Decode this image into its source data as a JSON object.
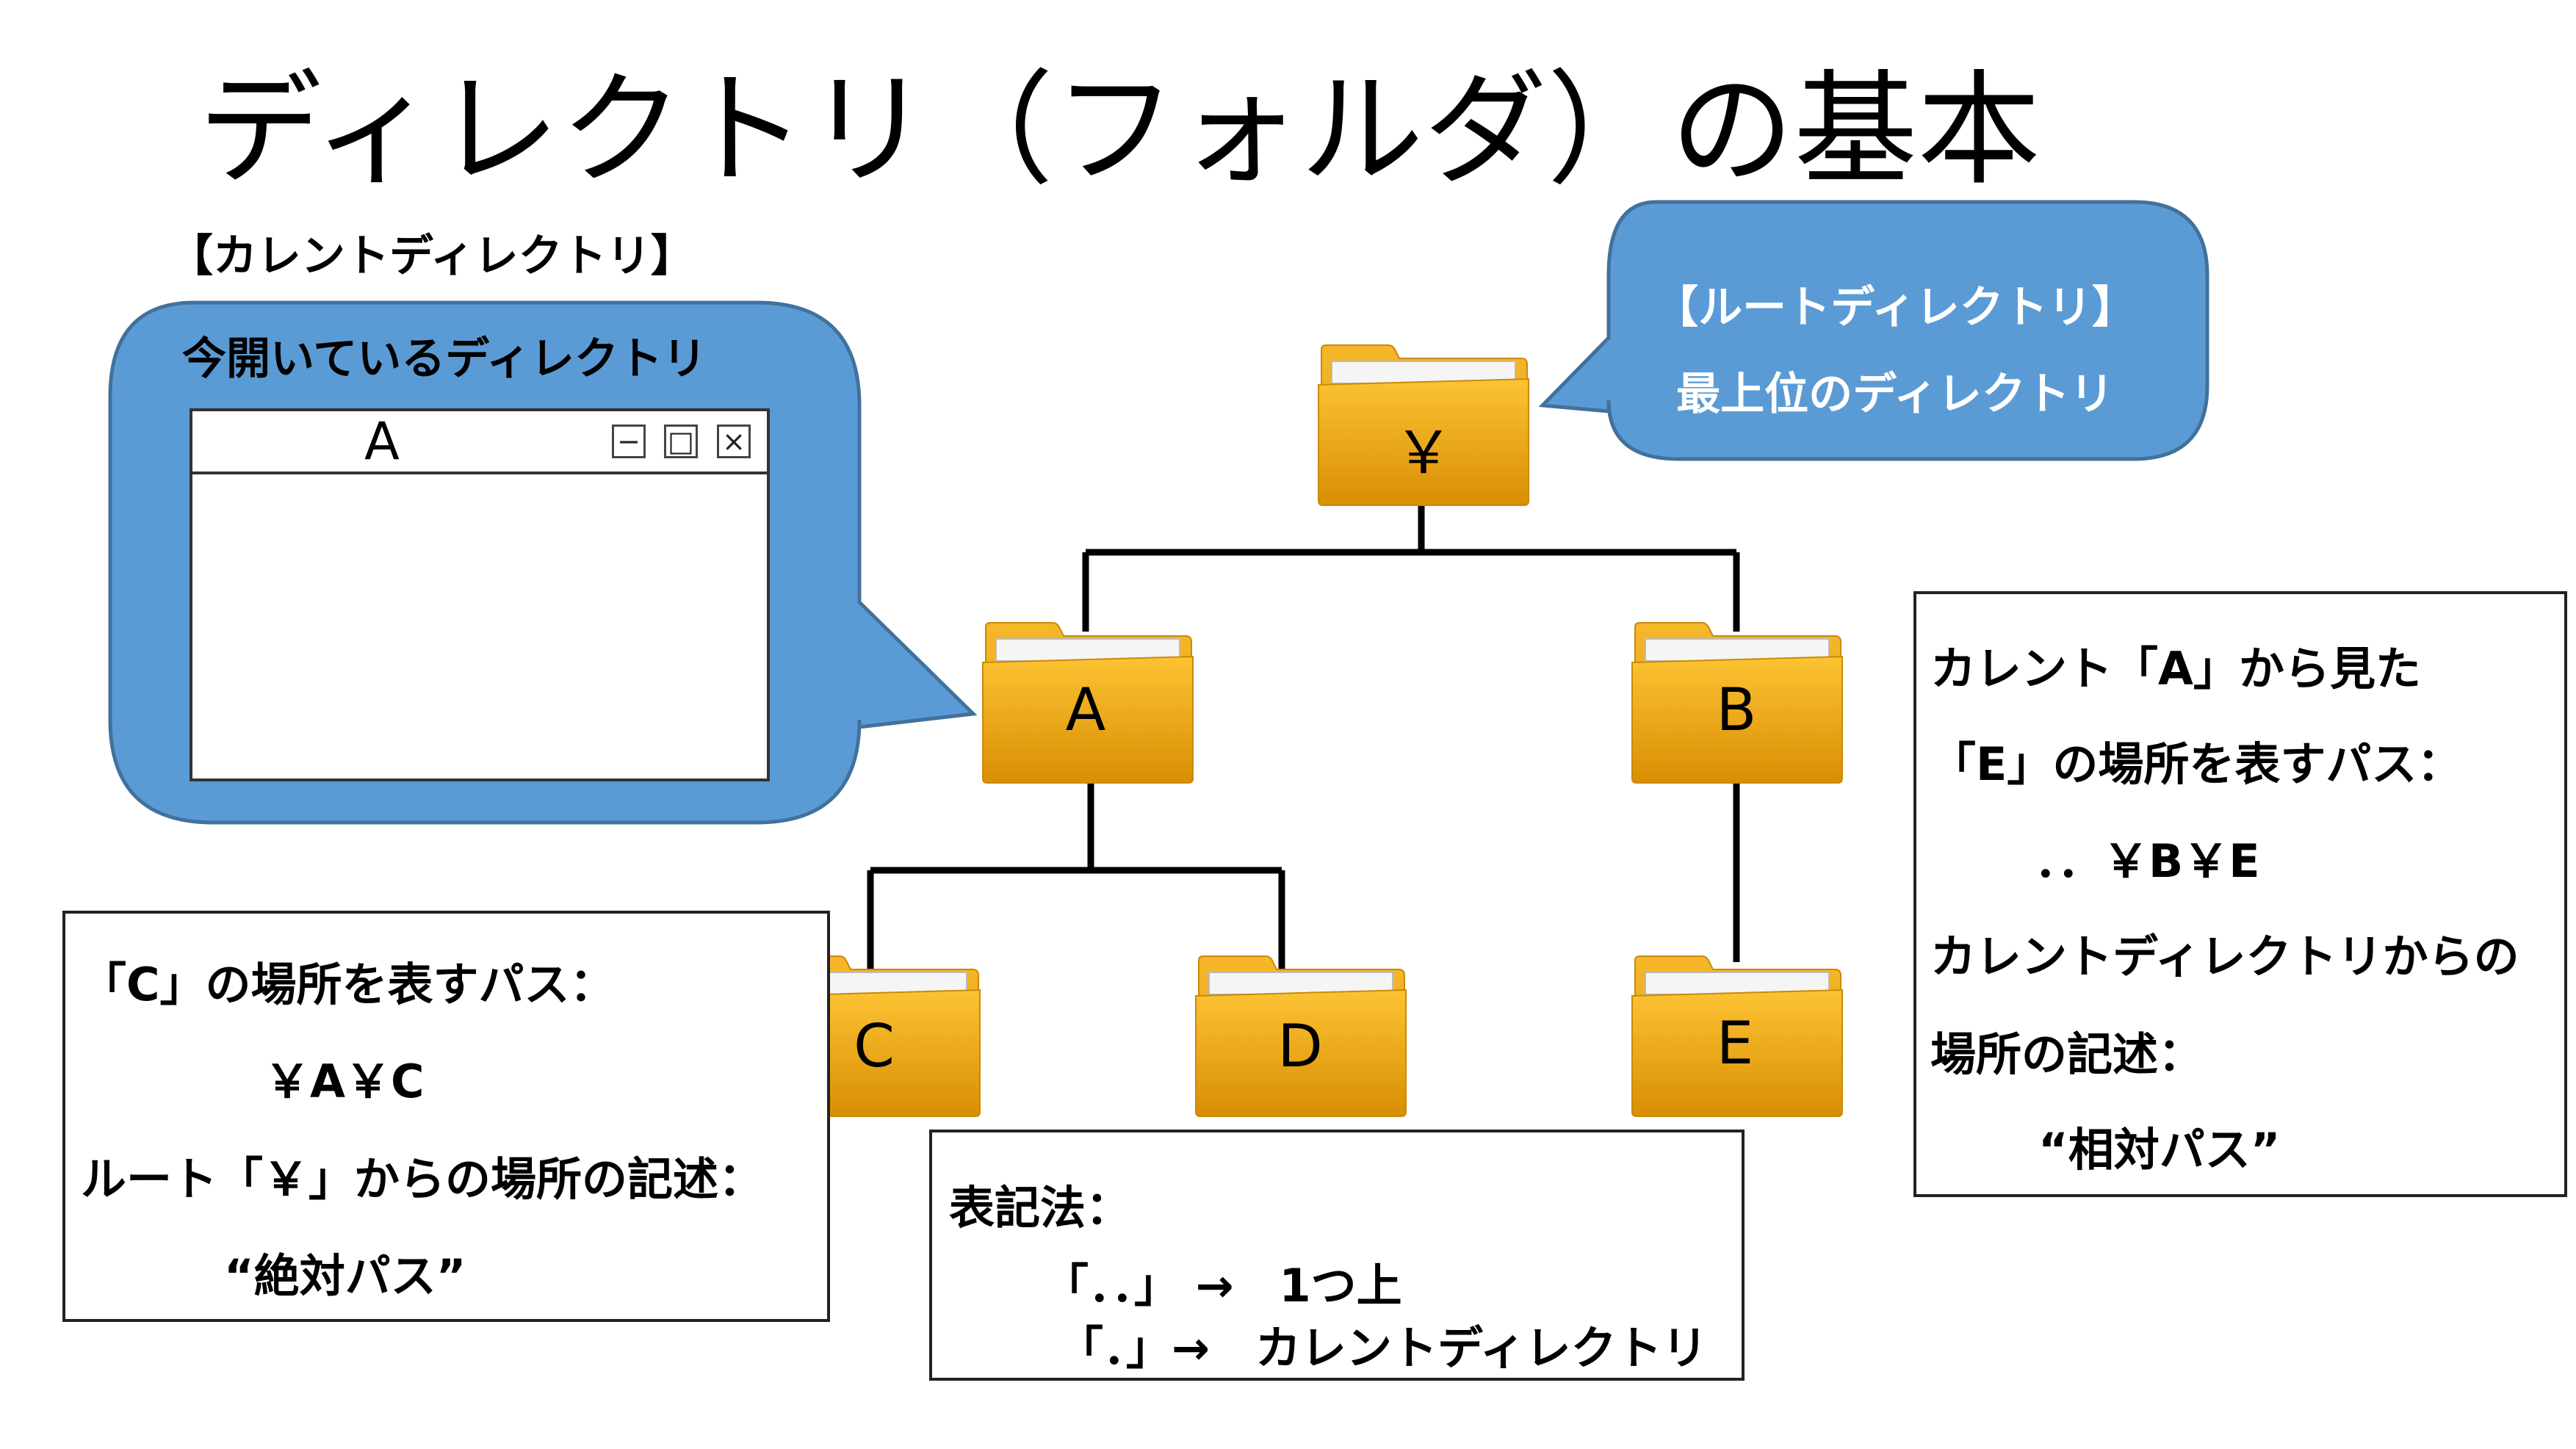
{
  "title": "ディレクトリ（フォルダ）の基本",
  "current_dir": {
    "heading": "【カレントディレクトリ】",
    "description": "今開いているディレクトリ",
    "window_title": "A",
    "window_buttons": {
      "minimize": "−",
      "maximize": "□",
      "close": "×"
    }
  },
  "root_bubble": {
    "heading": "【ルートディレクトリ】",
    "description": "最上位のディレクトリ"
  },
  "folders": {
    "root": "￥",
    "a": "A",
    "b": "B",
    "c": "C",
    "d": "D",
    "e": "E"
  },
  "absolute_box": {
    "line1": "「C」の場所を表すパス：",
    "line2": "￥A￥C",
    "line3": "ルート「￥」からの場所の記述：",
    "line4": "“絶対パス”"
  },
  "notation_box": {
    "line1": "表記法：",
    "line2": "「．．」 →　1つ上",
    "line3": "「．」→　カレントディレクトリ"
  },
  "relative_box": {
    "line1": "カレント「A」から見た",
    "line2": "「E」の場所を表すパス：",
    "line3": "．．￥B￥E",
    "line4": "カレントディレクトリからの",
    "line5": "場所の記述：",
    "line6": "“相対パス”"
  },
  "colors": {
    "bubble_fill": "#5b9bd5",
    "bubble_stroke": "#41719c",
    "folder_top": "#fbc02d",
    "folder_bottom": "#d98e04",
    "line": "#000000"
  },
  "icons": [
    "folder-icon",
    "minimize-icon",
    "maximize-icon",
    "close-icon"
  ]
}
